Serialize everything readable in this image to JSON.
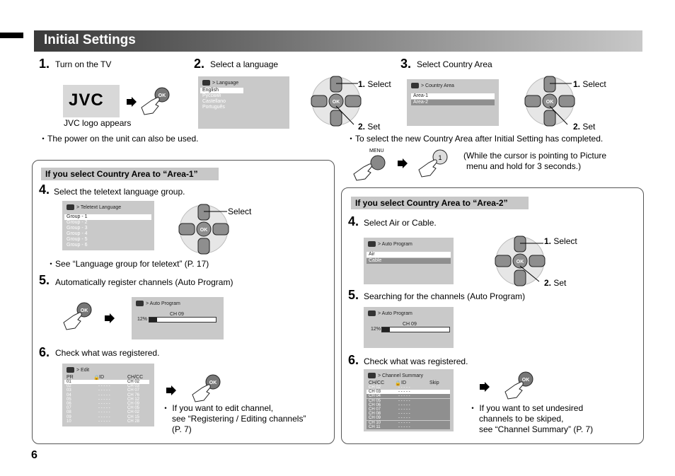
{
  "page_title": "Initial Settings",
  "page_number": "6",
  "top": {
    "step1": {
      "num": "1.",
      "text": "Turn on the TV",
      "logo_text": "JVC",
      "logo_caption": "JVC logo appears",
      "note": "The power on the unit can also be used."
    },
    "step2": {
      "num": "2.",
      "text": "Select a language",
      "screen_title": "Language",
      "options": [
        "English",
        "Русский",
        "Castellano",
        "Português"
      ],
      "select_num": "1.",
      "select_label": "Select",
      "set_num": "2.",
      "set_label": "Set"
    },
    "step3": {
      "num": "3.",
      "text": "Select Country Area",
      "screen_title": "Country Area",
      "options": [
        "Area-1",
        "Area-2"
      ],
      "select_num": "1.",
      "select_label": "Select",
      "set_num": "2.",
      "set_label": "Set",
      "note": "To select the new Country Area after Initial Setting has completed.",
      "menu_label": "MENU",
      "key_label": "1",
      "hold_note": "(While the cursor is pointing to Picture menu and hold for 3 seconds.)"
    }
  },
  "area1": {
    "header": "If you select Country Area to “Area-1”",
    "step4": {
      "num": "4.",
      "text": "Select the teletext language group.",
      "screen_title": "Teletext Language",
      "options": [
        "Group - 1",
        "Group - 2",
        "Group - 3",
        "Group - 4",
        "Group - 5",
        "Group - 6"
      ],
      "select_label": "Select",
      "note": "See “Language group for teletext” (P. 17)"
    },
    "step5": {
      "num": "5.",
      "text": "Automatically register channels (Auto Program)",
      "screen_title": "Auto Program",
      "channel": "CH 09",
      "percent": "12%",
      "progress": 0.12
    },
    "step6": {
      "num": "6.",
      "text": "Check what was registered.",
      "screen_title": "Edit",
      "columns": [
        "PR",
        "ID",
        "CH/CC"
      ],
      "rows": [
        [
          "01",
          "",
          "CH 02"
        ],
        [
          "02",
          "- - - - -",
          "CH 03"
        ],
        [
          "03",
          "- - - - -",
          "CH 07"
        ],
        [
          "04",
          "- - - - -",
          "CH 76"
        ],
        [
          "05",
          "- - - - -",
          "CH 12"
        ],
        [
          "06",
          "- - - - -",
          "CH 09"
        ],
        [
          "07",
          "- - - - -",
          "CH 05"
        ],
        [
          "08",
          "- - - - -",
          "CH 02"
        ],
        [
          "09",
          "- - - - -",
          "CH 15"
        ],
        [
          "10",
          "- - - - -",
          "CH 28"
        ]
      ],
      "note_line1": "If you want to edit channel,",
      "note_line2": "see “Registering / Editing channels”",
      "note_line3": "(P. 7)"
    }
  },
  "area2": {
    "header": "If you select Country Area to “Area-2”",
    "step4": {
      "num": "4.",
      "text": "Select Air or Cable.",
      "screen_title": "Auto Program",
      "options": [
        "Air",
        "Cable"
      ],
      "select_num": "1.",
      "select_label": "Select",
      "set_num": "2.",
      "set_label": "Set"
    },
    "step5": {
      "num": "5.",
      "text": "Searching for the channels (Auto Program)",
      "screen_title": "Auto Program",
      "channel": "CH 09",
      "percent": "12%",
      "progress": 0.12
    },
    "step6": {
      "num": "6.",
      "text": "Check what was registered.",
      "screen_title": "Channel Summary",
      "columns": [
        "CH/CC",
        "ID",
        "Skip"
      ],
      "rows": [
        [
          "CH 02",
          "- - - - -"
        ],
        [
          "CH 03",
          "- - - - -"
        ],
        [
          "CH 04",
          "- - - - -"
        ],
        [
          "CH 05",
          "- - - - -"
        ],
        [
          "CH 06",
          "- - - - -"
        ],
        [
          "CH 07",
          "- - - - -"
        ],
        [
          "CH 08",
          "- - - - -"
        ],
        [
          "CH 09",
          "- - - - -"
        ],
        [
          "CH 10",
          "- - - - -"
        ],
        [
          "CH 11",
          "- - - - -"
        ]
      ],
      "note_line1": "If you want to set undesired",
      "note_line2": "channels to be skiped,",
      "note_line3": "see “Channel Summary” (P. 7)"
    }
  },
  "ok_label": "OK",
  "colors": {
    "title_bar_dark": "#3a3a3a",
    "screen_bg": "#c9c9c9",
    "header_bg": "#c8c8c8"
  }
}
